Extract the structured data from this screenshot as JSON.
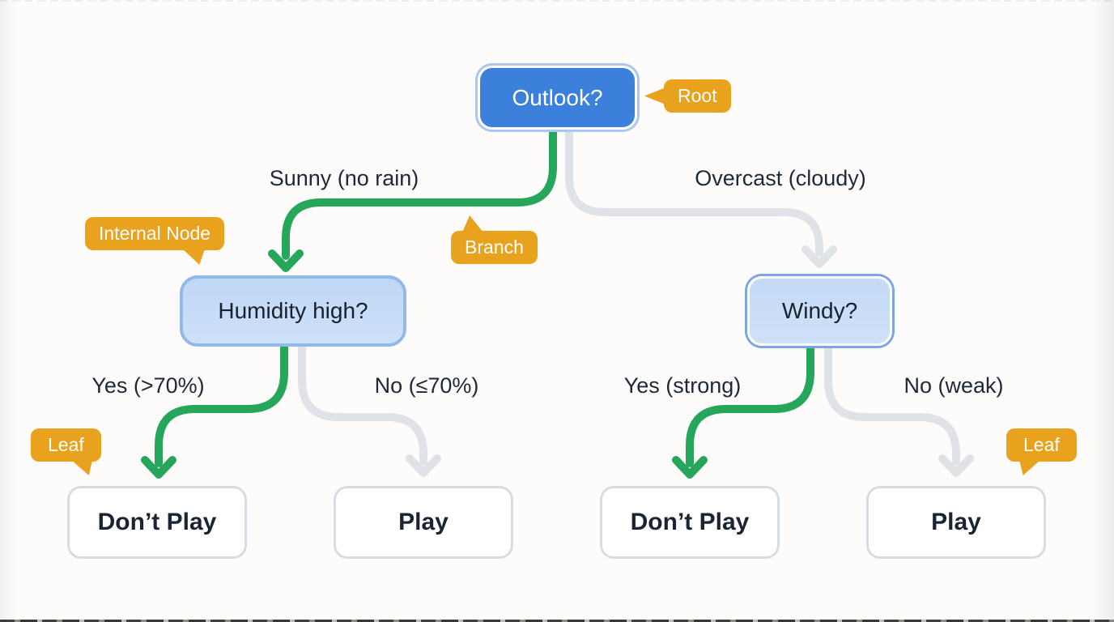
{
  "diagram": {
    "type": "decision-tree",
    "root": {
      "label": "Outlook?"
    },
    "internal_nodes": [
      {
        "label": "Humidity high?"
      },
      {
        "label": "Windy?"
      }
    ],
    "leaves": [
      {
        "label": "Don’t Play"
      },
      {
        "label": "Play"
      },
      {
        "label": "Don’t Play"
      },
      {
        "label": "Play"
      }
    ],
    "edges": [
      {
        "from": "Outlook?",
        "to": "Humidity high?",
        "label": "Sunny (no rain)",
        "color": "green"
      },
      {
        "from": "Outlook?",
        "to": "Windy?",
        "label": "Overcast (cloudy)",
        "color": "gray"
      },
      {
        "from": "Humidity high?",
        "to": "Don’t Play",
        "label": "Yes (>70%)",
        "color": "green"
      },
      {
        "from": "Humidity high?",
        "to": "Play",
        "label": "No (≤70%)",
        "color": "gray"
      },
      {
        "from": "Windy?",
        "to": "Don’t Play",
        "label": "Yes (strong)",
        "color": "green"
      },
      {
        "from": "Windy?",
        "to": "Play",
        "label": "No (weak)",
        "color": "gray"
      }
    ],
    "callouts": [
      {
        "label": "Root"
      },
      {
        "label": "Internal Node"
      },
      {
        "label": "Branch"
      },
      {
        "label": "Leaf"
      },
      {
        "label": "Leaf"
      }
    ],
    "colors": {
      "root_fill": "#3b80da",
      "root_ring": "#a9c7f0",
      "internal_fill": "#c6dbf6",
      "internal_border": "#93b8ea",
      "green_branch": "#26a65b",
      "gray_branch": "#dfe2e7",
      "callout_orange": "#e9a21e",
      "text_dark": "#1d2839",
      "leaf_border": "#d8dce2",
      "background": "#fdfcfb"
    }
  }
}
